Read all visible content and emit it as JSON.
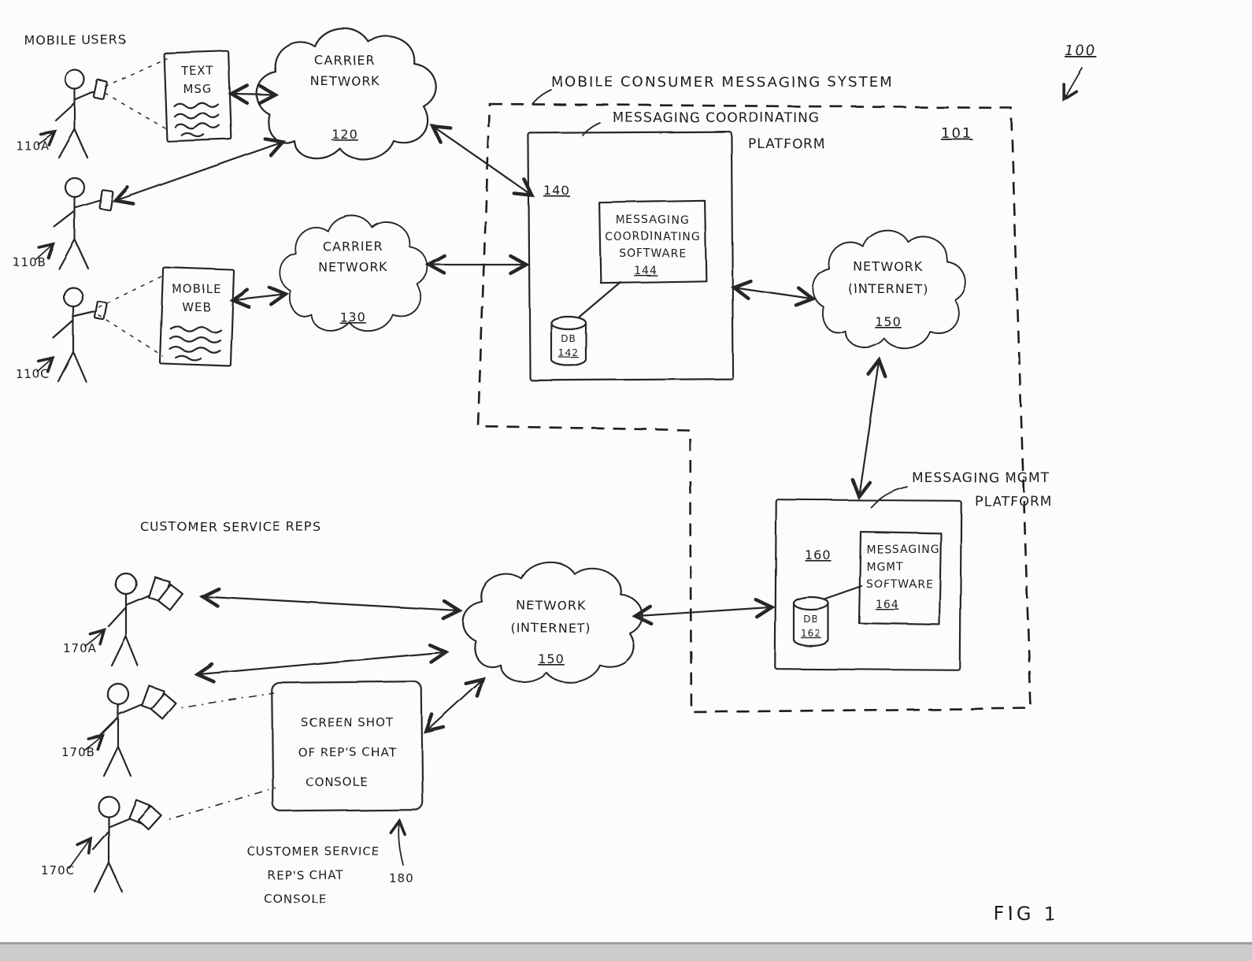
{
  "figure": {
    "fig_label": "FIG 1",
    "ref": "100"
  },
  "mobile_users": {
    "label": "MOBILE USERS",
    "user_a_ref": "110A",
    "user_b_ref": "110B",
    "user_c_ref": "110C"
  },
  "text_msg_doc": {
    "line1": "TEXT",
    "line2": "MSG"
  },
  "mobile_web_doc": {
    "line1": "MOBILE",
    "line2": "WEB"
  },
  "carrier_network_a": {
    "line1": "CARRIER",
    "line2": "NETWORK",
    "ref": "120"
  },
  "carrier_network_b": {
    "line1": "CARRIER",
    "line2": "NETWORK",
    "ref": "130"
  },
  "messaging_system": {
    "title": "MOBILE CONSUMER MESSAGING SYSTEM",
    "ref": "101"
  },
  "coordinating_platform": {
    "title_line1": "MESSAGING COORDINATING",
    "title_line2": "PLATFORM",
    "ref": "140",
    "software_line1": "MESSAGING",
    "software_line2": "COORDINATING",
    "software_line3": "SOFTWARE",
    "software_ref": "144",
    "db_label": "DB",
    "db_ref": "142"
  },
  "internet_network_top": {
    "line1": "NETWORK",
    "line2": "(INTERNET)",
    "ref": "150"
  },
  "mgmt_platform": {
    "title_line1": "MESSAGING MGMT",
    "title_line2": "PLATFORM",
    "ref": "160",
    "software_line1": "MESSAGING",
    "software_line2": "MGMT",
    "software_line3": "SOFTWARE",
    "software_ref": "164",
    "db_label": "DB",
    "db_ref": "162"
  },
  "internet_network_bottom": {
    "line1": "NETWORK",
    "line2": "(INTERNET)",
    "ref": "150"
  },
  "service_reps": {
    "label": "CUSTOMER SERVICE REPS",
    "rep_a_ref": "170A",
    "rep_b_ref": "170B",
    "rep_c_ref": "170C"
  },
  "chat_console": {
    "box_line1": "SCREEN SHOT",
    "box_line2": "OF REP'S CHAT",
    "box_line3": "CONSOLE",
    "caption_line1": "CUSTOMER SERVICE",
    "caption_line2": "REP'S CHAT",
    "caption_line3": "CONSOLE",
    "ref": "180"
  }
}
